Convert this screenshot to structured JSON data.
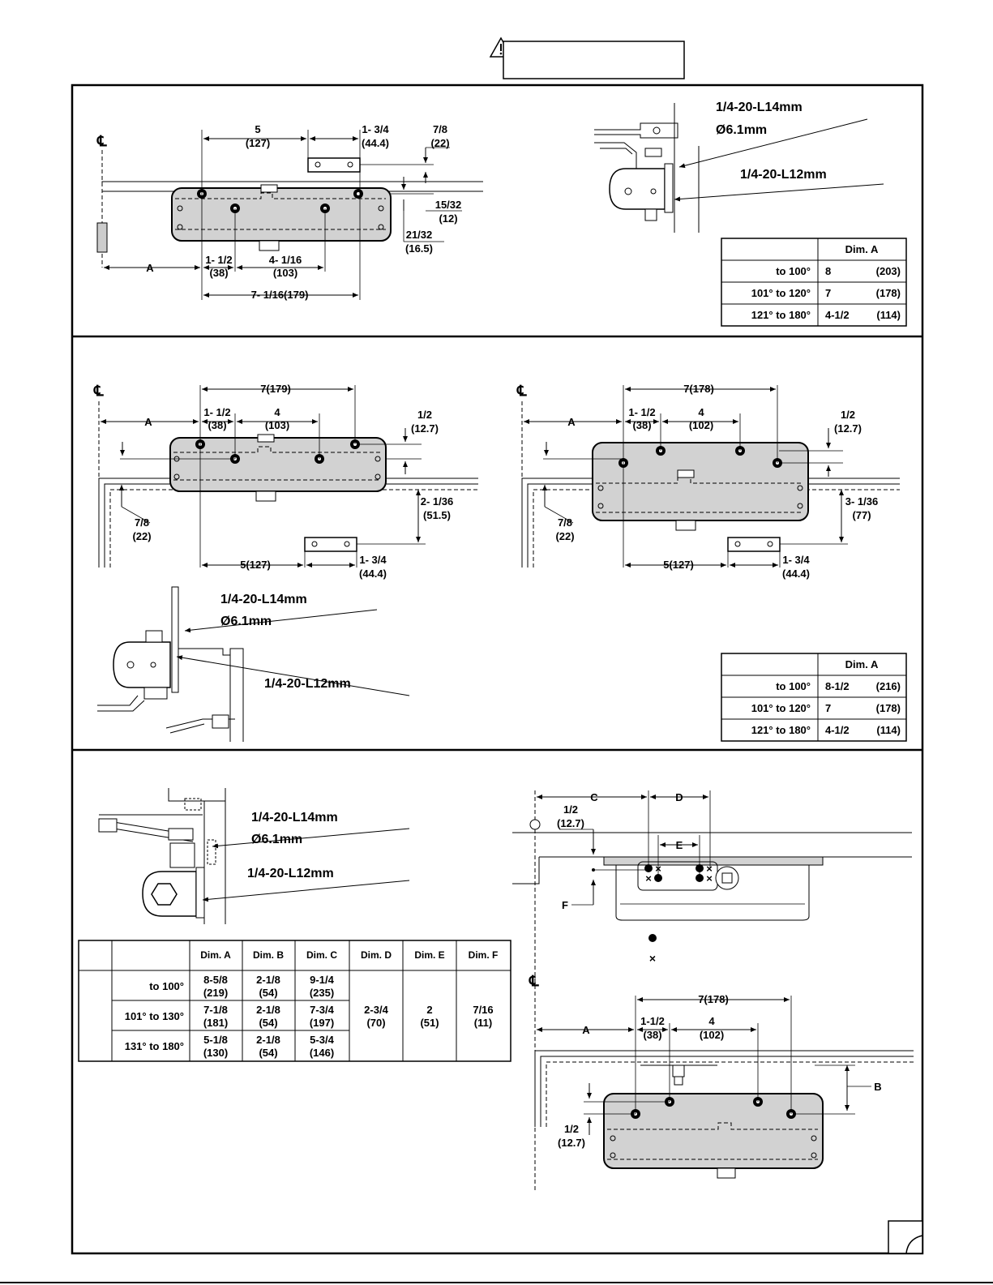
{
  "warning": {
    "icon": "warning-triangle-icon",
    "text": ""
  },
  "centerline_symbol": "℄",
  "fig1": {
    "dims": {
      "d5": "5",
      "d5mm": "(127)",
      "d134": "1- 3/4",
      "d134mm": "(44.4)",
      "d78": "7/8",
      "d78mm": "(22)",
      "d1532": "15/32",
      "d1532mm": "(12)",
      "d2132": "21/32",
      "d2132mm": "(16.5)",
      "dA": "A",
      "d112": "1- 1/2",
      "d112mm": "(38)",
      "d4116": "4- 1/16",
      "d4116mm": "(103)",
      "d7116": "7- 1/16(179)"
    },
    "screws": {
      "s14": "1/4-20-L14mm",
      "dia": "Ø6.1mm",
      "s12": "1/4-20-L12mm"
    },
    "table": {
      "header": "Dim. A",
      "rows": [
        {
          "angle": "to 100°",
          "inch": "8",
          "mm": "(203)"
        },
        {
          "angle": "101° to 120°",
          "inch": "7",
          "mm": "(178)"
        },
        {
          "angle": "121° to 180°",
          "inch": "4-1/2",
          "mm": "(114)"
        }
      ]
    }
  },
  "fig2": {
    "left": {
      "d7": "7(179)",
      "dA": "A",
      "d112": "1- 1/2",
      "d112mm": "(38)",
      "d4": "4",
      "d4mm": "(103)",
      "d12": "1/2",
      "d12mm": "(12.7)",
      "d78": "7/8",
      "d78mm": "(22)",
      "d2136": "2- 1/36",
      "d2136mm": "(51.5)",
      "d5": "5(127)",
      "d134": "1- 3/4",
      "d134mm": "(44.4)"
    },
    "right": {
      "d7": "7(178)",
      "dA": "A",
      "d112": "1- 1/2",
      "d112mm": "(38)",
      "d4": "4",
      "d4mm": "(102)",
      "d12": "1/2",
      "d12mm": "(12.7)",
      "d78": "7/8",
      "d78mm": "(22)",
      "d3136": "3- 1/36",
      "d3136mm": "(77)",
      "d5": "5(127)",
      "d134": "1- 3/4",
      "d134mm": "(44.4)"
    },
    "screws": {
      "s14": "1/4-20-L14mm",
      "dia": "Ø6.1mm",
      "s12": "1/4-20-L12mm"
    },
    "table": {
      "header": "Dim. A",
      "rows": [
        {
          "angle": "to 100°",
          "inch": "8-1/2",
          "mm": "(216)"
        },
        {
          "angle": "101° to 120°",
          "inch": "7",
          "mm": "(178)"
        },
        {
          "angle": "121° to 180°",
          "inch": "4-1/2",
          "mm": "(114)"
        }
      ]
    }
  },
  "fig3": {
    "screws": {
      "s14": "1/4-20-L14mm",
      "dia": "Ø6.1mm",
      "s12": "1/4-20-L12mm"
    },
    "table": {
      "headers": [
        "Dim. A",
        "Dim. B",
        "Dim. C",
        "Dim. D",
        "Dim. E",
        "Dim. F"
      ],
      "rows": [
        {
          "angle": "to 100°",
          "a": "8-5/8",
          "amm": "(219)",
          "b": "2-1/8",
          "bmm": "(54)",
          "c": "9-1/4",
          "cmm": "(235)"
        },
        {
          "angle": "101° to 130°",
          "a": "7-1/8",
          "amm": "(181)",
          "b": "2-1/8",
          "bmm": "(54)",
          "c": "7-3/4",
          "cmm": "(197)"
        },
        {
          "angle": "131° to 180°",
          "a": "5-1/8",
          "amm": "(130)",
          "b": "2-1/8",
          "bmm": "(54)",
          "c": "5-3/4",
          "cmm": "(146)"
        }
      ],
      "d": "2-3/4",
      "dmm": "(70)",
      "e": "2",
      "emm": "(51)",
      "f": "7/16",
      "fmm": "(11)"
    },
    "top": {
      "C": "C",
      "D": "D",
      "E": "E",
      "F": "F",
      "d12": "1/2",
      "d12mm": "(12.7)"
    },
    "bottom": {
      "d7": "7(178)",
      "dA": "A",
      "d112": "1-1/2",
      "d112mm": "(38)",
      "d4": "4",
      "d4mm": "(102)",
      "B": "B",
      "d12": "1/2",
      "d12mm": "(12.7)"
    }
  }
}
